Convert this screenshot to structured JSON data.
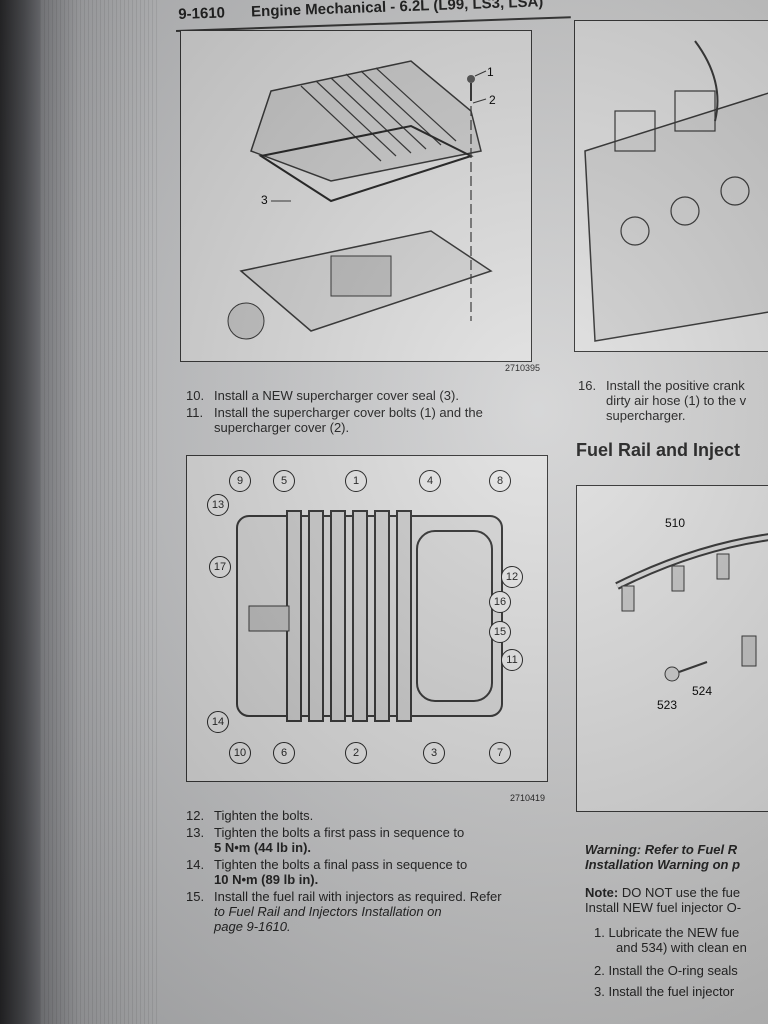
{
  "header": {
    "page_number": "9-1610",
    "title": "Engine Mechanical - 6.2L (L99, LS3, LSA)"
  },
  "figure_top": {
    "id": "2710395",
    "callouts": [
      "1",
      "2",
      "3"
    ]
  },
  "steps_left_top": [
    {
      "num": "10.",
      "text": "Install a NEW supercharger cover seal (3)."
    },
    {
      "num": "11.",
      "text": "Install the supercharger cover bolts (1) and the supercharger cover (2)."
    }
  ],
  "figure_bolts": {
    "id": "2710419",
    "bolts": [
      "9",
      "5",
      "1",
      "4",
      "8",
      "13",
      "17",
      "12",
      "16",
      "15",
      "11",
      "14",
      "10",
      "6",
      "2",
      "3",
      "7"
    ]
  },
  "steps_left_bottom": [
    {
      "num": "12.",
      "text": "Tighten the bolts."
    },
    {
      "num": "13.",
      "text": "Tighten the bolts a first pass in sequence to",
      "spec": "5 N•m (44 lb in)."
    },
    {
      "num": "14.",
      "text": "Tighten the bolts a final pass in sequence to",
      "spec": "10 N•m (89 lb in)."
    },
    {
      "num": "15.",
      "text": "Install the fuel rail with injectors as required. Refer",
      "ref": "to Fuel Rail and Injectors Installation on",
      "ref2": "page 9-1610."
    }
  ],
  "right_column": {
    "step16": {
      "num": "16.",
      "line1": "Install the positive crank",
      "line2": "dirty air hose (1) to the v",
      "line3": "supercharger."
    },
    "heading": "Fuel Rail and Inject",
    "figure_fuel": {
      "callouts": [
        "510",
        "524",
        "523"
      ]
    },
    "warning_line1": "Warning: Refer to Fuel R",
    "warning_line2": "Installation Warning on p",
    "note_label": "Note:",
    "note_line1": "DO NOT use the fue",
    "note_line2": "Install NEW fuel injector O-",
    "sub1_num": "1.",
    "sub1_line1": "Lubricate the NEW fue",
    "sub1_line2": "and 534) with clean en",
    "sub2_num": "2.",
    "sub2_line1": "Install the O-ring seals",
    "sub3_num": "3.",
    "sub3_line1": "Install the fuel injector"
  },
  "colors": {
    "paper": "#d6d6d6",
    "ink": "#222222",
    "figure_bg": "#e2e2e2"
  }
}
